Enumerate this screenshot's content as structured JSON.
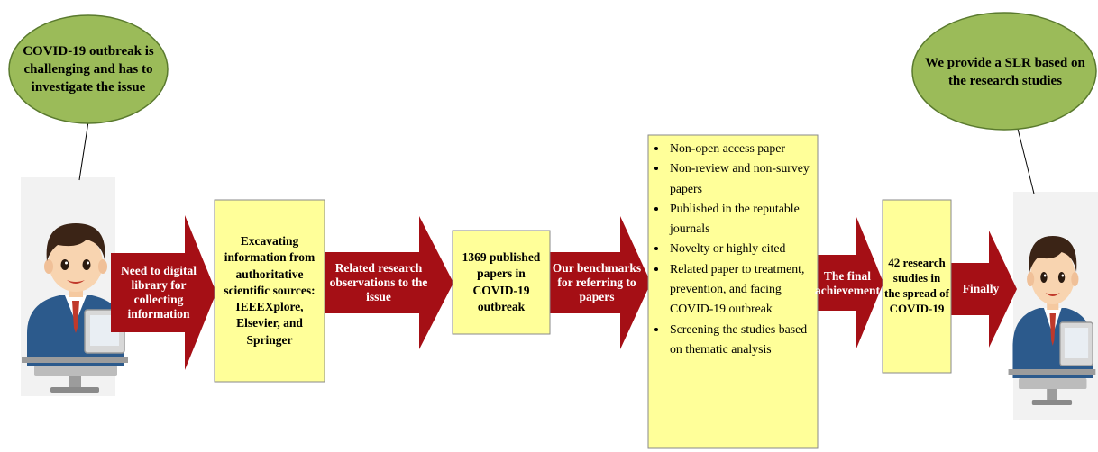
{
  "bubbles": {
    "start": "COVID-19 outbreak is challenging and has to investigate the issue",
    "end": "We provide a SLR based on the research studies"
  },
  "arrows": [
    {
      "label": "Need to digital library for collecting information"
    },
    {
      "label": "Related research observations to the issue"
    },
    {
      "label": "Our benchmarks for referring to papers"
    },
    {
      "label": "The final achievement"
    },
    {
      "label": "Finally"
    }
  ],
  "boxes": {
    "sources": "Excavating information from authoritative scientific sources: IEEEXplore, Elsevier, and Springer",
    "published": "1369 published papers in COVID-19 outbreak",
    "criteria": [
      "Non-open access paper",
      "Non-review and non-survey papers",
      "Published in the reputable journals",
      "Novelty or highly cited",
      "Related paper to treatment, prevention, and facing COVID-19 outbreak",
      "Screening the studies based on thematic analysis"
    ],
    "result": "42 research studies in the spread of COVID-19"
  },
  "icons": [
    "person-at-computer-icon",
    "person-at-computer-icon"
  ],
  "colors": {
    "bubble_fill": "#9bbb59",
    "bubble_stroke": "#5a7a2e",
    "arrow_fill": "#a50f15",
    "box_fill": "#ffff99",
    "box_stroke": "#8a8a8a",
    "person_bg": "#f2f2f2"
  }
}
